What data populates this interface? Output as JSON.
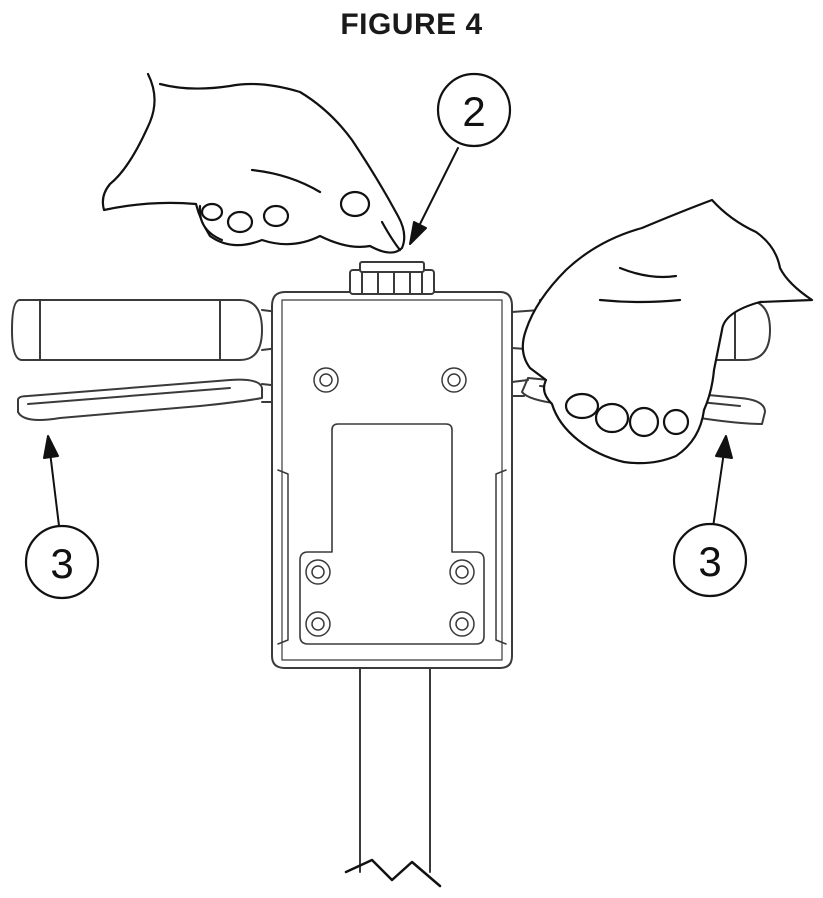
{
  "figure": {
    "title": "FIGURE 4"
  },
  "callouts": {
    "top": "2",
    "left": "3",
    "right": "3"
  },
  "colors": {
    "stroke": "#3a3a3a",
    "outline_dark": "#111111",
    "background": "#ffffff"
  }
}
